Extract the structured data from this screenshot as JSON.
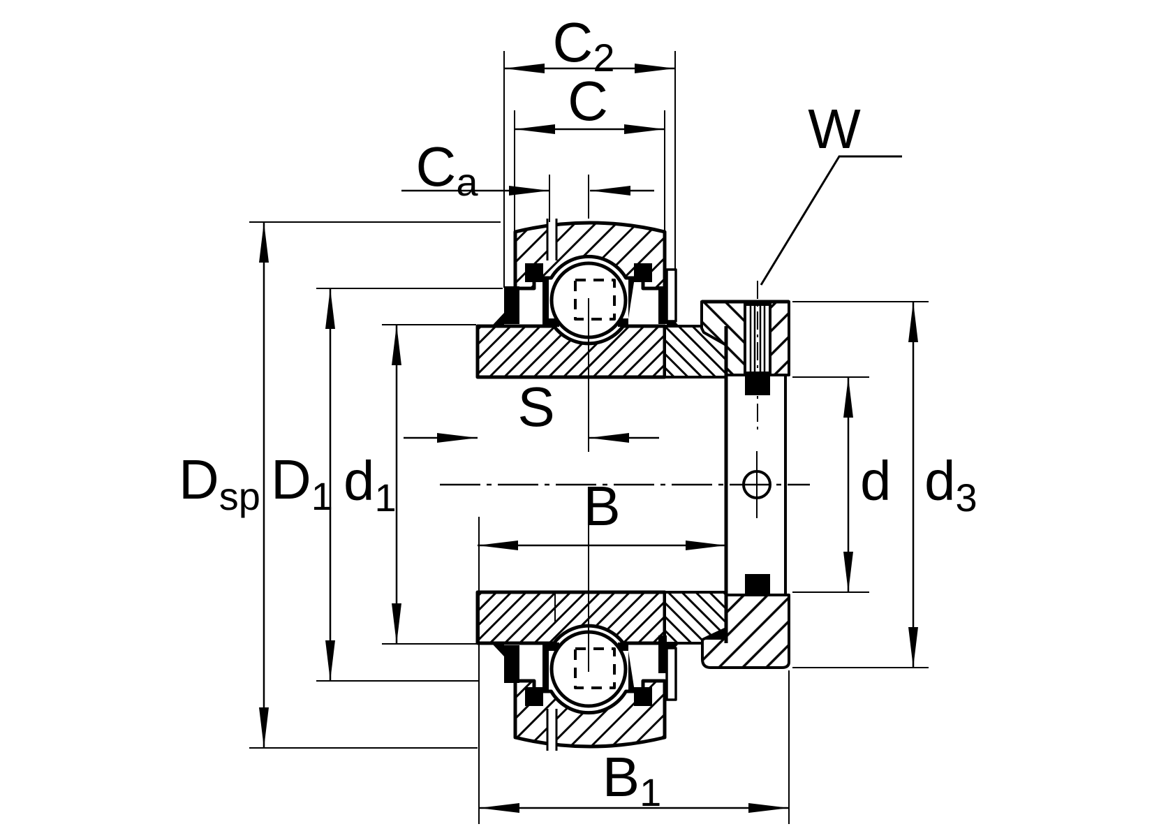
{
  "colors": {
    "line": "#000000",
    "background": "#ffffff"
  },
  "labels": {
    "c2": {
      "main": "C",
      "sub": "2"
    },
    "c": {
      "main": "C",
      "sub": ""
    },
    "ca": {
      "main": "C",
      "sub": "a"
    },
    "w": {
      "main": "W",
      "sub": ""
    },
    "dsp": {
      "main": "D",
      "sub": "sp"
    },
    "d1_outer": {
      "main": "D",
      "sub": "1"
    },
    "d1_inner": {
      "main": "d",
      "sub": "1"
    },
    "s": {
      "main": "S",
      "sub": ""
    },
    "b": {
      "main": "B",
      "sub": ""
    },
    "b1": {
      "main": "B",
      "sub": "1"
    },
    "d": {
      "main": "d",
      "sub": ""
    },
    "d3": {
      "main": "d",
      "sub": "3"
    }
  }
}
